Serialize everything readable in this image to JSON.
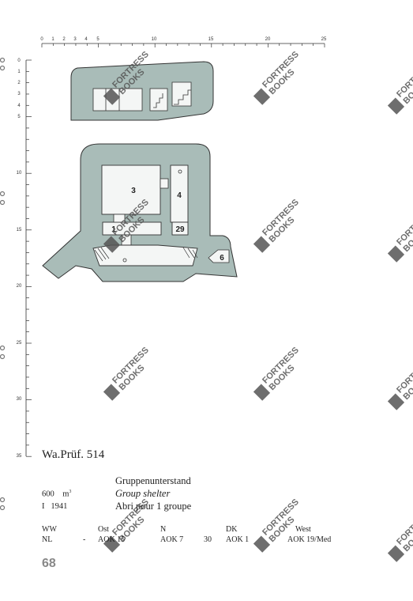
{
  "ruler": {
    "top_ticks": [
      "0",
      "1",
      "2",
      "3",
      "4",
      "5",
      "10",
      "15",
      "20",
      "25"
    ],
    "left_ticks": [
      "0",
      "1",
      "2",
      "3",
      "4",
      "5",
      "10",
      "15",
      "20",
      "25",
      "30",
      "35"
    ]
  },
  "rooms": {
    "room_3": "3",
    "room_4": "4",
    "room_1": "1",
    "room_29": "29",
    "room_6": "6"
  },
  "watermark": {
    "line1": "FORTRESS",
    "line2": "BOOKS"
  },
  "plan": {
    "title": "Wa.Prüf. 514",
    "name_de": "Gruppenunterstand",
    "name_en": "Group shelter",
    "name_fr": "Abri pour 1 groupe",
    "volume": "600",
    "volume_unit": "m",
    "volume_sup": "3",
    "year_prefix": "I",
    "year": "1941"
  },
  "table": {
    "headers": [
      "WW",
      "Ost",
      "N",
      "DK",
      "West"
    ],
    "values": [
      "NL",
      "-",
      "AOK 15",
      "AOK 7",
      "30",
      "AOK 1",
      "AOK 19/Med"
    ]
  },
  "page_number": "68",
  "colors": {
    "structure": "#a9bcb8",
    "outline": "#333333",
    "room": "#f4f6f5",
    "watermark": "#555555"
  }
}
